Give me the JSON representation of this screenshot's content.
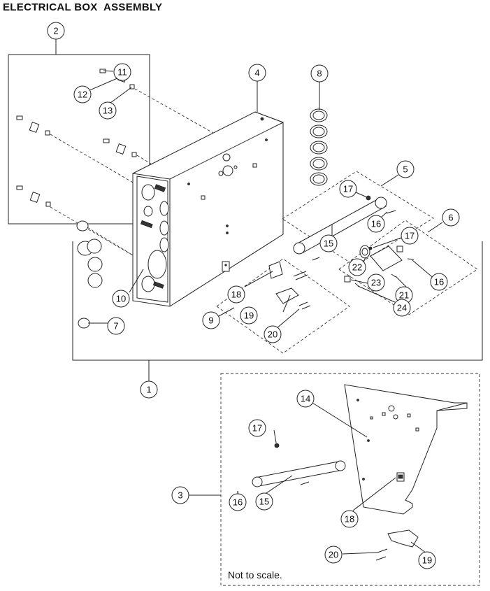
{
  "title": "ELECTRICAL BOX  ASSEMBLY",
  "note": "Not to scale.",
  "callouts": {
    "c1": "1",
    "c2": "2",
    "c3": "3",
    "c4": "4",
    "c5": "5",
    "c6": "6",
    "c7": "7",
    "c8": "8",
    "c9": "9",
    "c10": "10",
    "c11": "11",
    "c12": "12",
    "c13": "13",
    "c14": "14",
    "c15a": "15",
    "c15b": "15",
    "c16a": "16",
    "c16b": "16",
    "c16c": "16",
    "c17a": "17",
    "c17b": "17",
    "c17c": "17",
    "c18a": "18",
    "c18b": "18",
    "c19a": "19",
    "c19b": "19",
    "c20a": "20",
    "c20b": "20",
    "c21": "21",
    "c22": "22",
    "c23": "23",
    "c24": "24"
  }
}
